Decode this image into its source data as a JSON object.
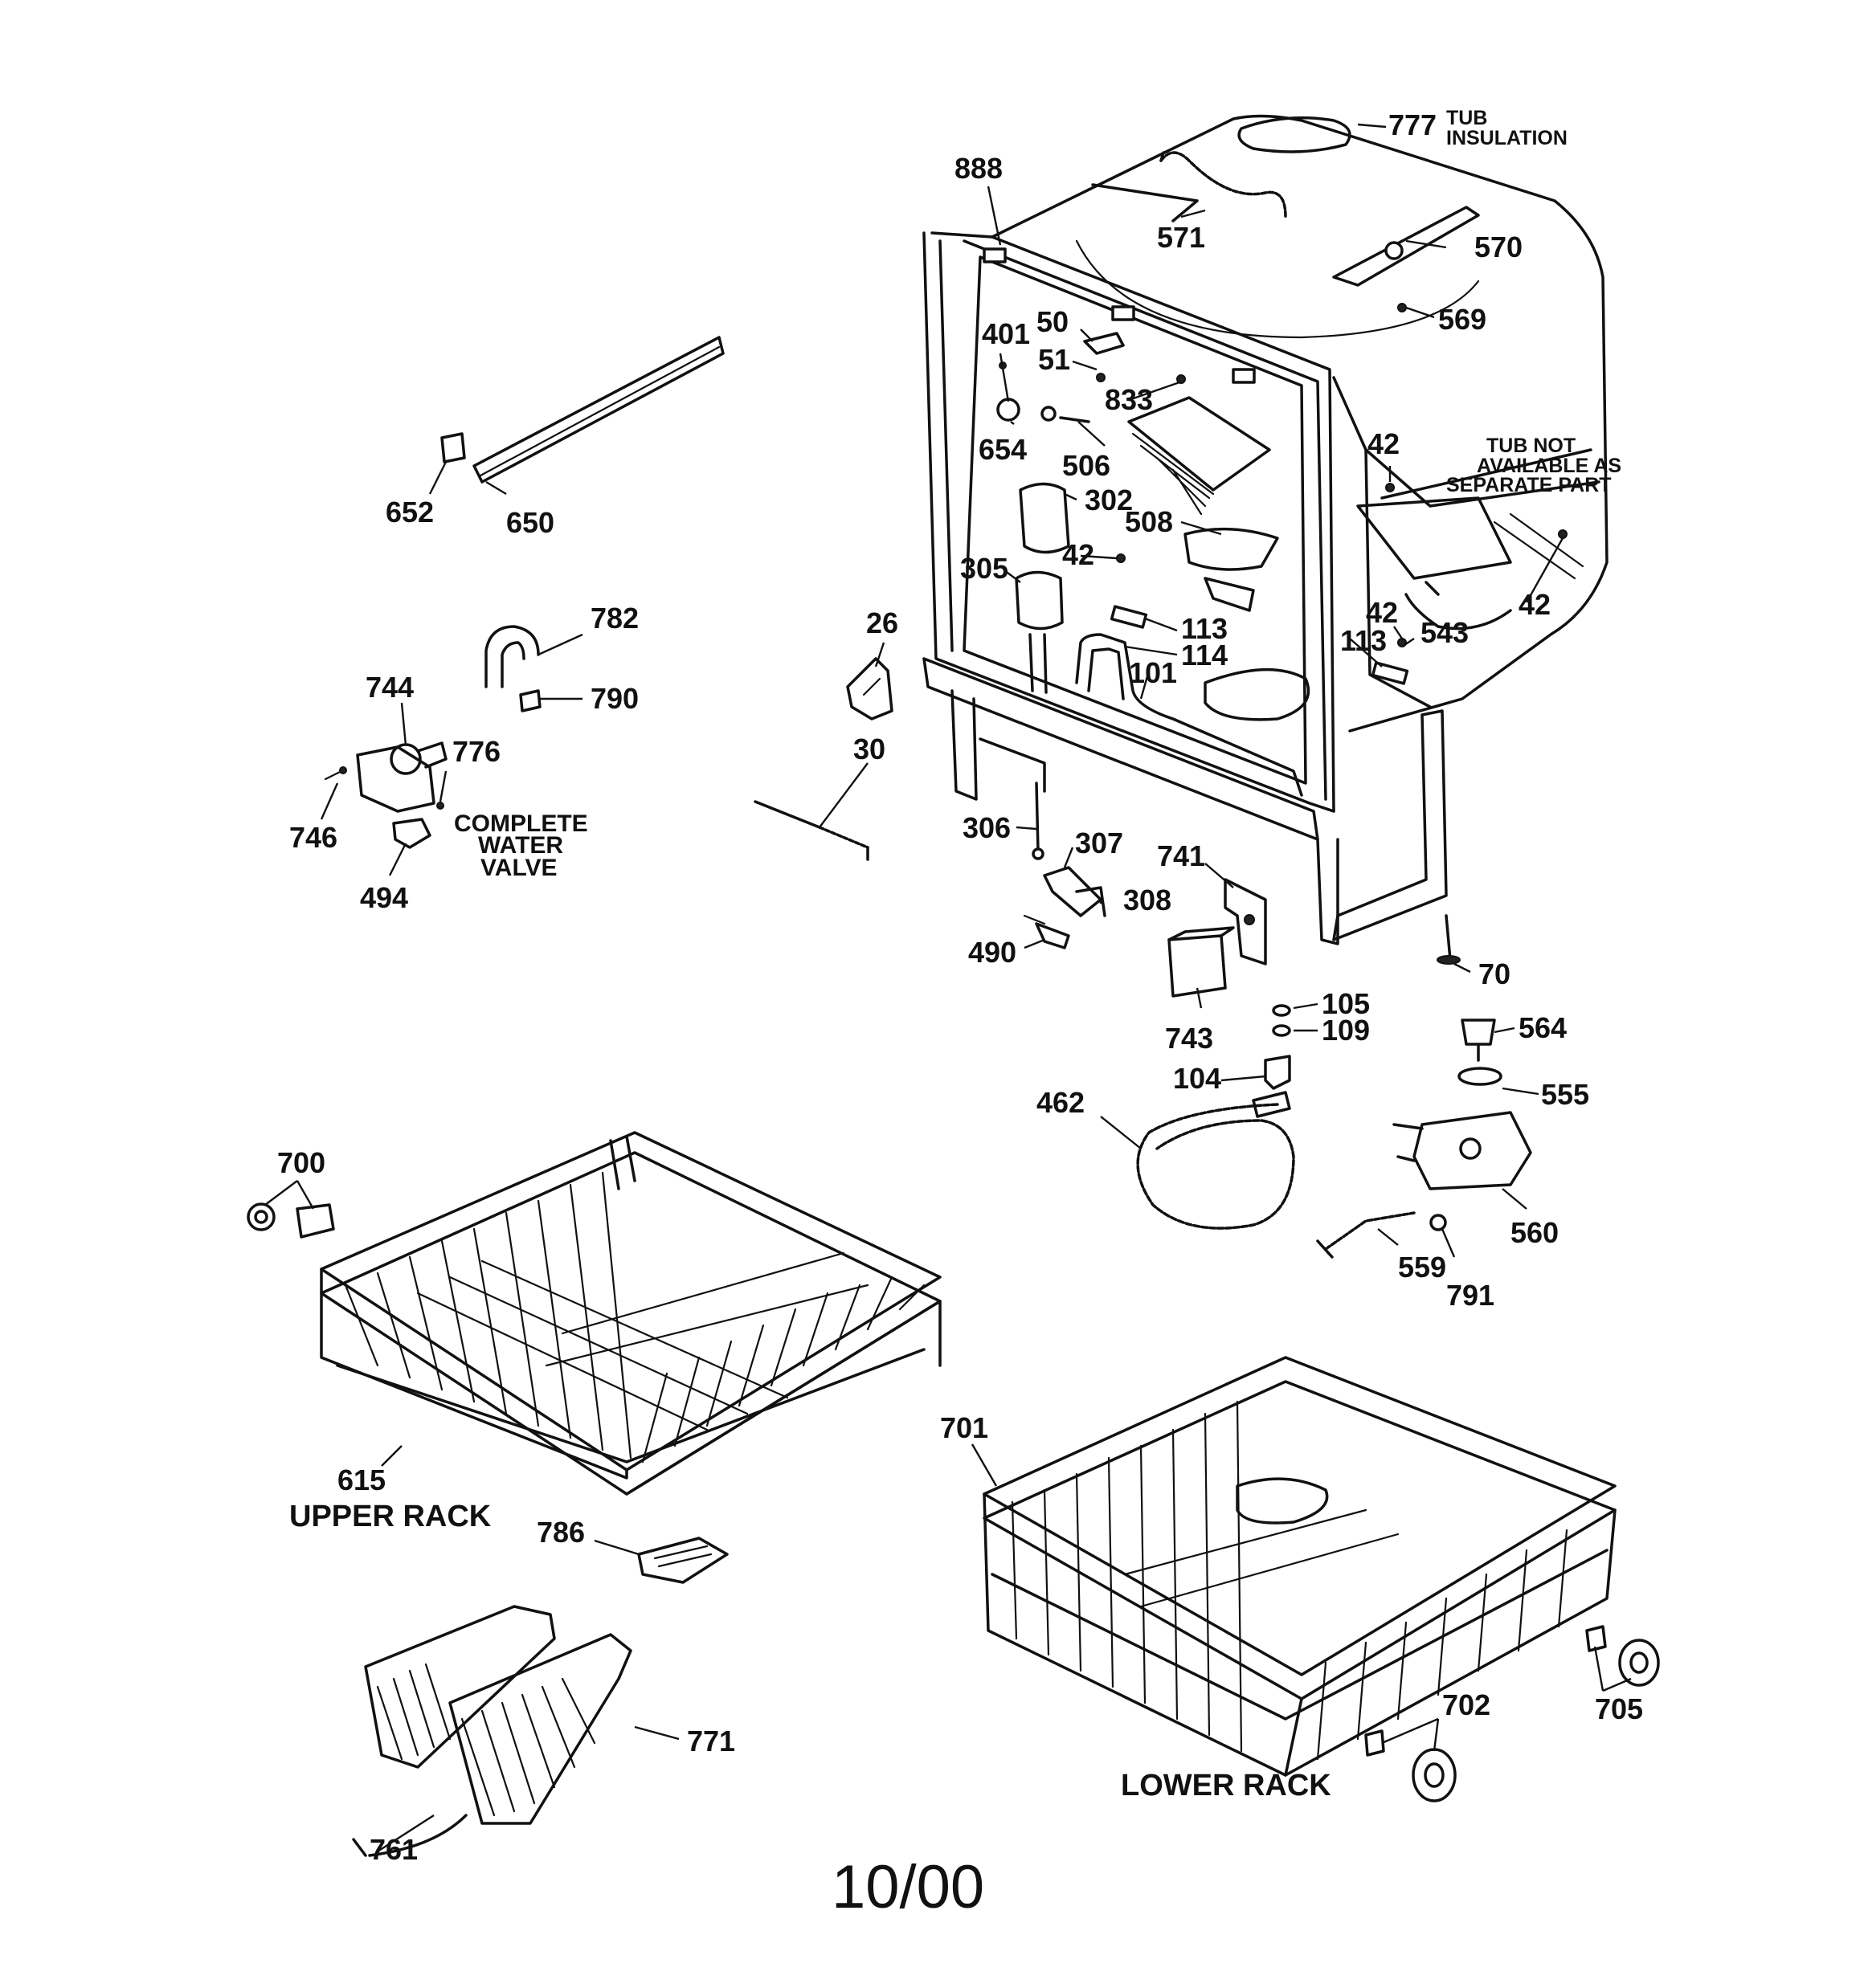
{
  "part_labels": {
    "p777": "777",
    "p888": "888",
    "p571": "571",
    "p570": "570",
    "p569": "569",
    "p401": "401",
    "p50": "50",
    "p51": "51",
    "p833": "833",
    "p654": "654",
    "p506": "506",
    "p302": "302",
    "p508": "508",
    "p305": "305",
    "p42a": "42",
    "p42b": "42",
    "p42c": "42",
    "p42d": "42",
    "p543": "543",
    "p113a": "113",
    "p113b": "113",
    "p114": "114",
    "p101": "101",
    "p26": "26",
    "p30": "30",
    "p306": "306",
    "p307": "307",
    "p308": "308",
    "p490": "490",
    "p741": "741",
    "p743": "743",
    "p70": "70",
    "p105": "105",
    "p109": "109",
    "p104": "104",
    "p564": "564",
    "p555": "555",
    "p462": "462",
    "p560": "560",
    "p559": "559",
    "p791": "791",
    "p652": "652",
    "p650": "650",
    "p782": "782",
    "p790": "790",
    "p744": "744",
    "p776": "776",
    "p746": "746",
    "p494": "494",
    "p700": "700",
    "p615": "615",
    "p786": "786",
    "p771": "771",
    "p761": "761",
    "p701": "701",
    "p702": "702",
    "p705": "705"
  },
  "notes": {
    "tub_line1": "TUB",
    "tub_line2": "INSULATION",
    "tub_na_line1": "TUB NOT",
    "tub_na_line2": "AVAILABLE AS",
    "tub_na_line3": "SEPARATE PART",
    "valve_line1": "COMPLETE",
    "valve_line2": "WATER",
    "valve_line3": "VALVE"
  },
  "captions": {
    "upper_rack": "UPPER RACK",
    "lower_rack": "LOWER RACK"
  },
  "date_code": "10/00"
}
